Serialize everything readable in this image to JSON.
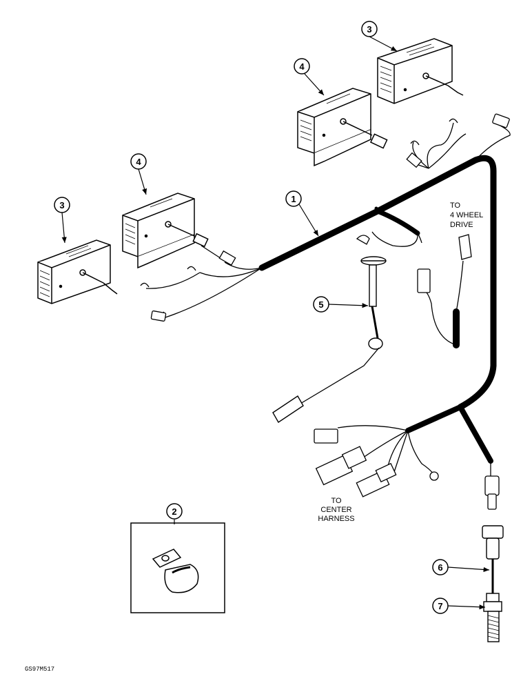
{
  "callouts": {
    "c1": "1",
    "c2": "2",
    "c3a": "3",
    "c3b": "3",
    "c4a": "4",
    "c4b": "4",
    "c5": "5",
    "c6": "6",
    "c7": "7"
  },
  "labels": {
    "four_wd_1": "TO",
    "four_wd_2": "4 WHEEL",
    "four_wd_3": "DRIVE",
    "center_1": "TO",
    "center_2": "CENTER",
    "center_3": "HARNESS"
  },
  "figure_code": "GS97M517"
}
